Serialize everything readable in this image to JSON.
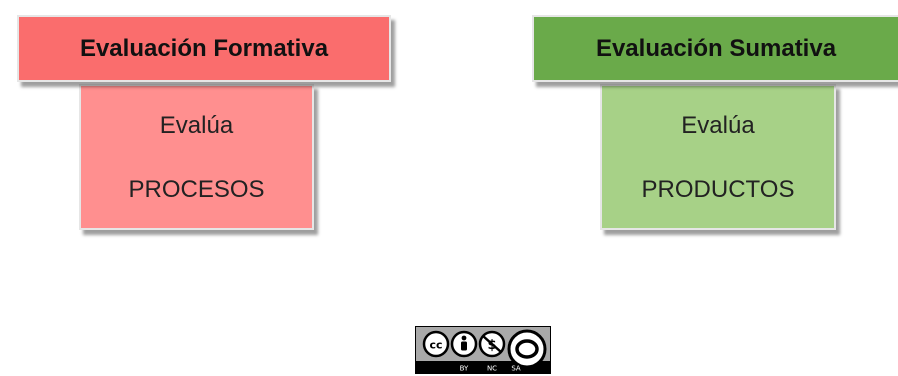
{
  "formative": {
    "title": "Evaluación Formativa",
    "line1": "Evalúa",
    "line2": "PROCESOS",
    "header_color": "#fa6d6d",
    "box_color": "#ff8f8f"
  },
  "summative": {
    "title": "Evaluación Sumativa",
    "line1": "Evalúa",
    "line2": "PRODUCTOS",
    "header_color": "#6aaa4a",
    "box_color": "#a7d187"
  },
  "license_badge": {
    "icons": [
      "cc-icon",
      "by-icon",
      "nc-icon",
      "sa-icon"
    ],
    "labels": [
      "BY",
      "NC",
      "SA"
    ]
  }
}
